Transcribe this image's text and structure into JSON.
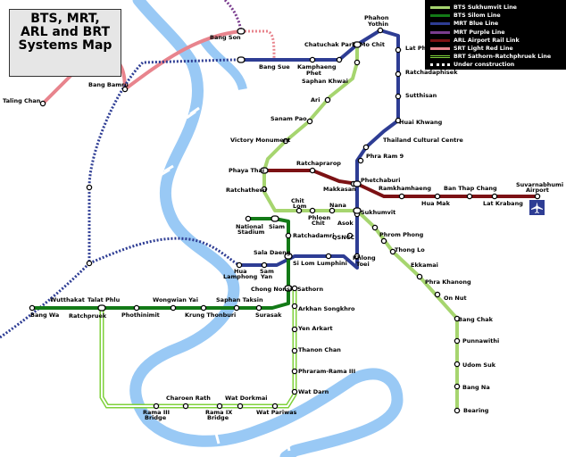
{
  "title": [
    "BTS, MRT,",
    "ARL and BRT",
    "Systems Map"
  ],
  "legend": [
    {
      "label": "BTS Sukhumvit Line",
      "color": "#a6d56f",
      "style": "solid"
    },
    {
      "label": "BTS Silom Line",
      "color": "#137a17",
      "style": "solid"
    },
    {
      "label": "MRT Blue Line",
      "color": "#2e3d94",
      "style": "solid"
    },
    {
      "label": "MRT Purple Line",
      "color": "#7a3c8e",
      "style": "solid"
    },
    {
      "label": "ARL Airport Rail Link",
      "color": "#7c1114",
      "style": "solid"
    },
    {
      "label": "SRT Light Red Line",
      "color": "#e8848d",
      "style": "solid"
    },
    {
      "label": "BRT Sathorn-Ratchphruek Line",
      "color": "#7fd13b",
      "style": "double"
    },
    {
      "label": "Under construction",
      "color": "#ffffff",
      "style": "dotted"
    }
  ],
  "stations": {
    "bang_son": "Bang Son",
    "bang_sue": "Bang Sue",
    "bang_bamru": "Bang Bamru",
    "taling_chan": "Taling Chan",
    "chatuchak_park": "Chatuchak Park",
    "mo_chit": "Mo Chit",
    "phahon_yothin": [
      "Phahon",
      "Yothin"
    ],
    "lat_phrao": "Lat Phrao",
    "ratchadaphisek": "Ratchadaphisek",
    "kamphaeng_phet": [
      "Kamphaeng",
      "Phet"
    ],
    "saphan_khwai": "Saphan Khwai",
    "ari": "Ari",
    "sanam_pao": "Sanam Pao",
    "victory_monument": "Victory Monument",
    "sutthisan": "Sutthisan",
    "huai_khwang": "Huai Khwang",
    "thailand_cultural_centre": "Thailand Cultural Centre",
    "phra_ram_9": "Phra Ram 9",
    "phaya_thai": "Phaya Thai",
    "ratchaprarop": "Ratchaprarop",
    "phetchaburi": "Phetchaburi",
    "makkasan": "Makkasan",
    "ramkhamhaeng": "Ramkhamhaeng",
    "ban_thap_chang": "Ban Thap Chang",
    "suvarnabhumi": [
      "Suvarnabhumi",
      "Airport"
    ],
    "hua_mak": "Hua Mak",
    "lat_krabang": "Lat Krabang",
    "ratchathewi": "Ratchathewi",
    "chit_lom": [
      "Chit",
      "Lom"
    ],
    "nana": "Nana",
    "phloen_chit": [
      "Phloen",
      "Chit"
    ],
    "sukhumvit": "Sukhumvit",
    "asok": "Asok",
    "national_stadium": [
      "National",
      "Stadium"
    ],
    "siam": "Siam",
    "ratchadamri": "Ratchadamri",
    "qsncc": "QSNCC",
    "phrom_phong": "Phrom Phong",
    "thong_lo": "Thong Lo",
    "khlong_toei": [
      "Khlong",
      "Toei"
    ],
    "ekkamai": "Ekkamai",
    "sala_daeng": "Sala Daeng",
    "si_lom": "Si Lom",
    "lumphini": "Lumphini",
    "hua_lamphong": [
      "Hua",
      "Lamphong"
    ],
    "sam_yan": [
      "Sam",
      "Yan"
    ],
    "phra_khanong": "Phra Khanong",
    "on_nut": "On Nut",
    "chong_nonsi": "Chong Nonsi",
    "sathorn": "Sathorn",
    "wutthakat": "Wutthakat",
    "talat_phlu": "Talat Phlu",
    "wongwian_yai": "Wongwian Yai",
    "saphan_taksin": "Saphan Taksin",
    "bang_wa": "Bang Wa",
    "ratchpruek": "Ratchpruek",
    "pho_nimit": "Phothinimit",
    "krung_thonburi": "Krung Thonburi",
    "surasak": "Surasak",
    "arkhan_songkhro": "Arkhan Songkhro",
    "bang_chak": "Bang Chak",
    "yen_arkart": "Yen Arkart",
    "punnawithi": "Punnawithi",
    "thanon_chan": "Thanon Chan",
    "phraram_3": "Phraram-Rama III",
    "udom_suk": "Udom Suk",
    "wat_darn": "Wat Darn",
    "bang_na": "Bang Na",
    "charoen_rath": "Charoen Rath",
    "wat_dorkmai": "Wat Dorkmai",
    "rama_3_bridge": [
      "Rama III",
      "Bridge"
    ],
    "rama_9_bridge": [
      "Rama IX",
      "Bridge"
    ],
    "wat_pariwas": "Wat Pariwas",
    "bearing": "Bearing"
  },
  "icons": {
    "airport": "airplane-icon"
  }
}
